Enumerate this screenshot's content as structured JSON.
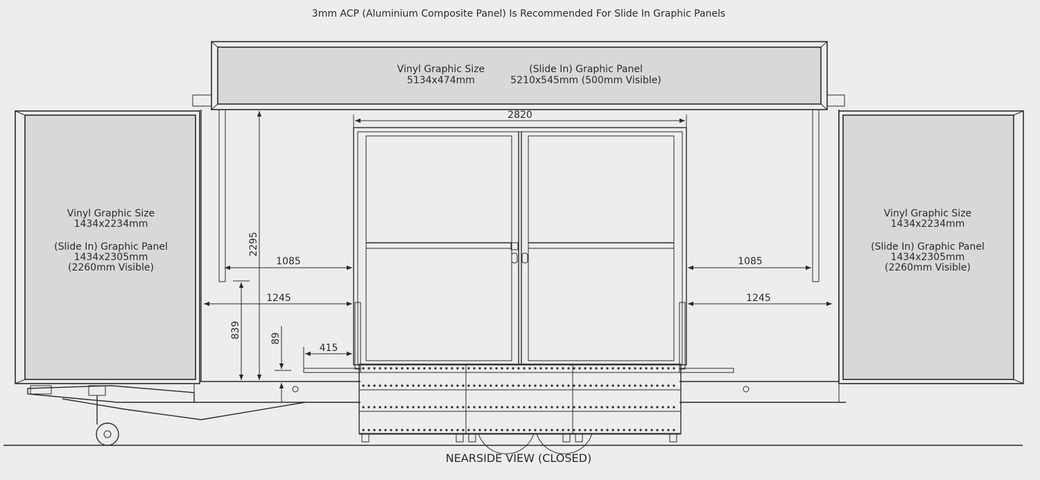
{
  "header_note": "3mm ACP (Aluminium Composite Panel) Is Recommended For Slide In Graphic Panels",
  "top_panel": {
    "vinyl_label": "Vinyl Graphic Size",
    "vinyl_size": "5134x474mm",
    "panel_label": "(Slide In) Graphic Panel",
    "panel_size": "5210x545mm (500mm Visible)"
  },
  "left_door_panel": {
    "vinyl_label": "Vinyl Graphic Size",
    "vinyl_size": "1434x2234mm",
    "panel_label": "(Slide In) Graphic Panel",
    "panel_size": "1434x2305mm",
    "visible": "(2260mm Visible)"
  },
  "right_door_panel": {
    "vinyl_label": "Vinyl Graphic Size",
    "vinyl_size": "1434x2234mm",
    "panel_label": "(Slide In) Graphic Panel",
    "panel_size": "1434x2305mm",
    "visible": "(2260mm Visible)"
  },
  "dimensions": {
    "width_doors": "2820",
    "left_opening_upper": "1085",
    "left_opening_lower": "1245",
    "right_opening_upper": "1085",
    "right_opening_lower": "1245",
    "height_total": "2295",
    "height_counter": "839",
    "height_step": "89",
    "step_depth": "415"
  },
  "caption": "NEARSIDE VIEW (CLOSED)",
  "colors": {
    "paper": "#ededed",
    "panel_fill": "#d8d8d8",
    "line": "#2a2a2a"
  }
}
